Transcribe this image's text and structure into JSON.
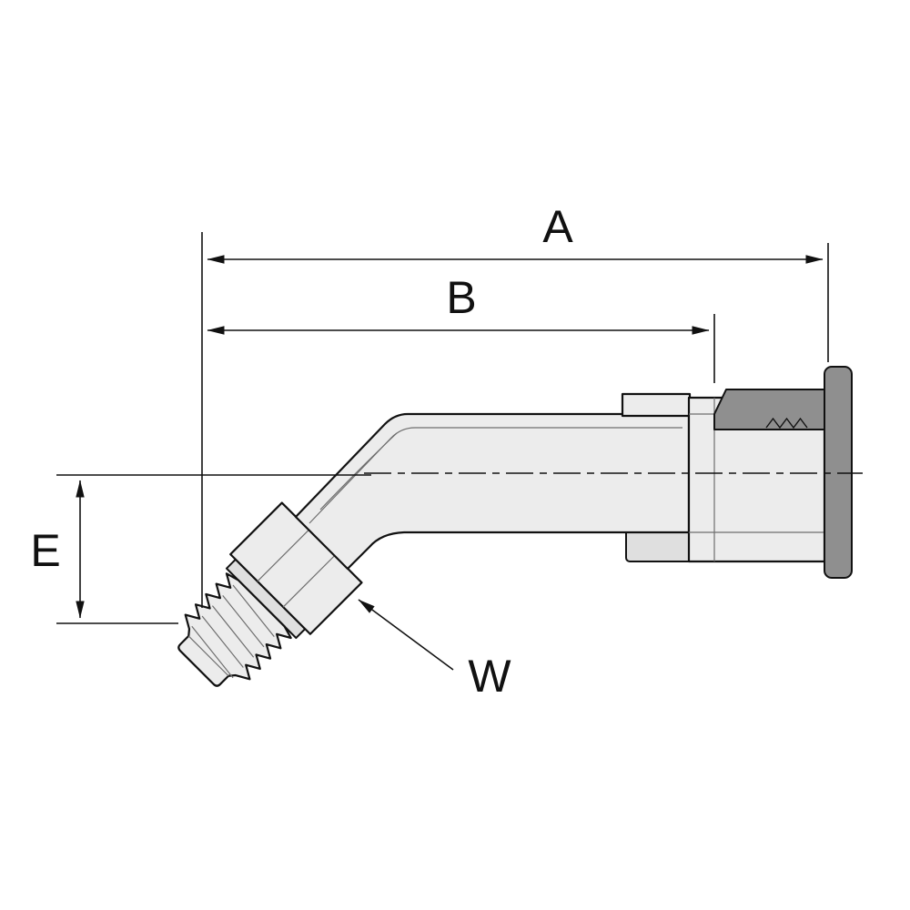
{
  "diagram": {
    "type": "technical-dimension-drawing",
    "subject": "45-degree elbow hydraulic hose fitting, side section view",
    "dimension_labels": {
      "a": "A",
      "b": "B",
      "e": "E",
      "w": "W"
    },
    "colors": {
      "background": "#ffffff",
      "line": "#111111",
      "metal_light": "#ececec",
      "metal_mid": "#dfdfdf",
      "metal_dark": "#8f8f8f"
    }
  }
}
